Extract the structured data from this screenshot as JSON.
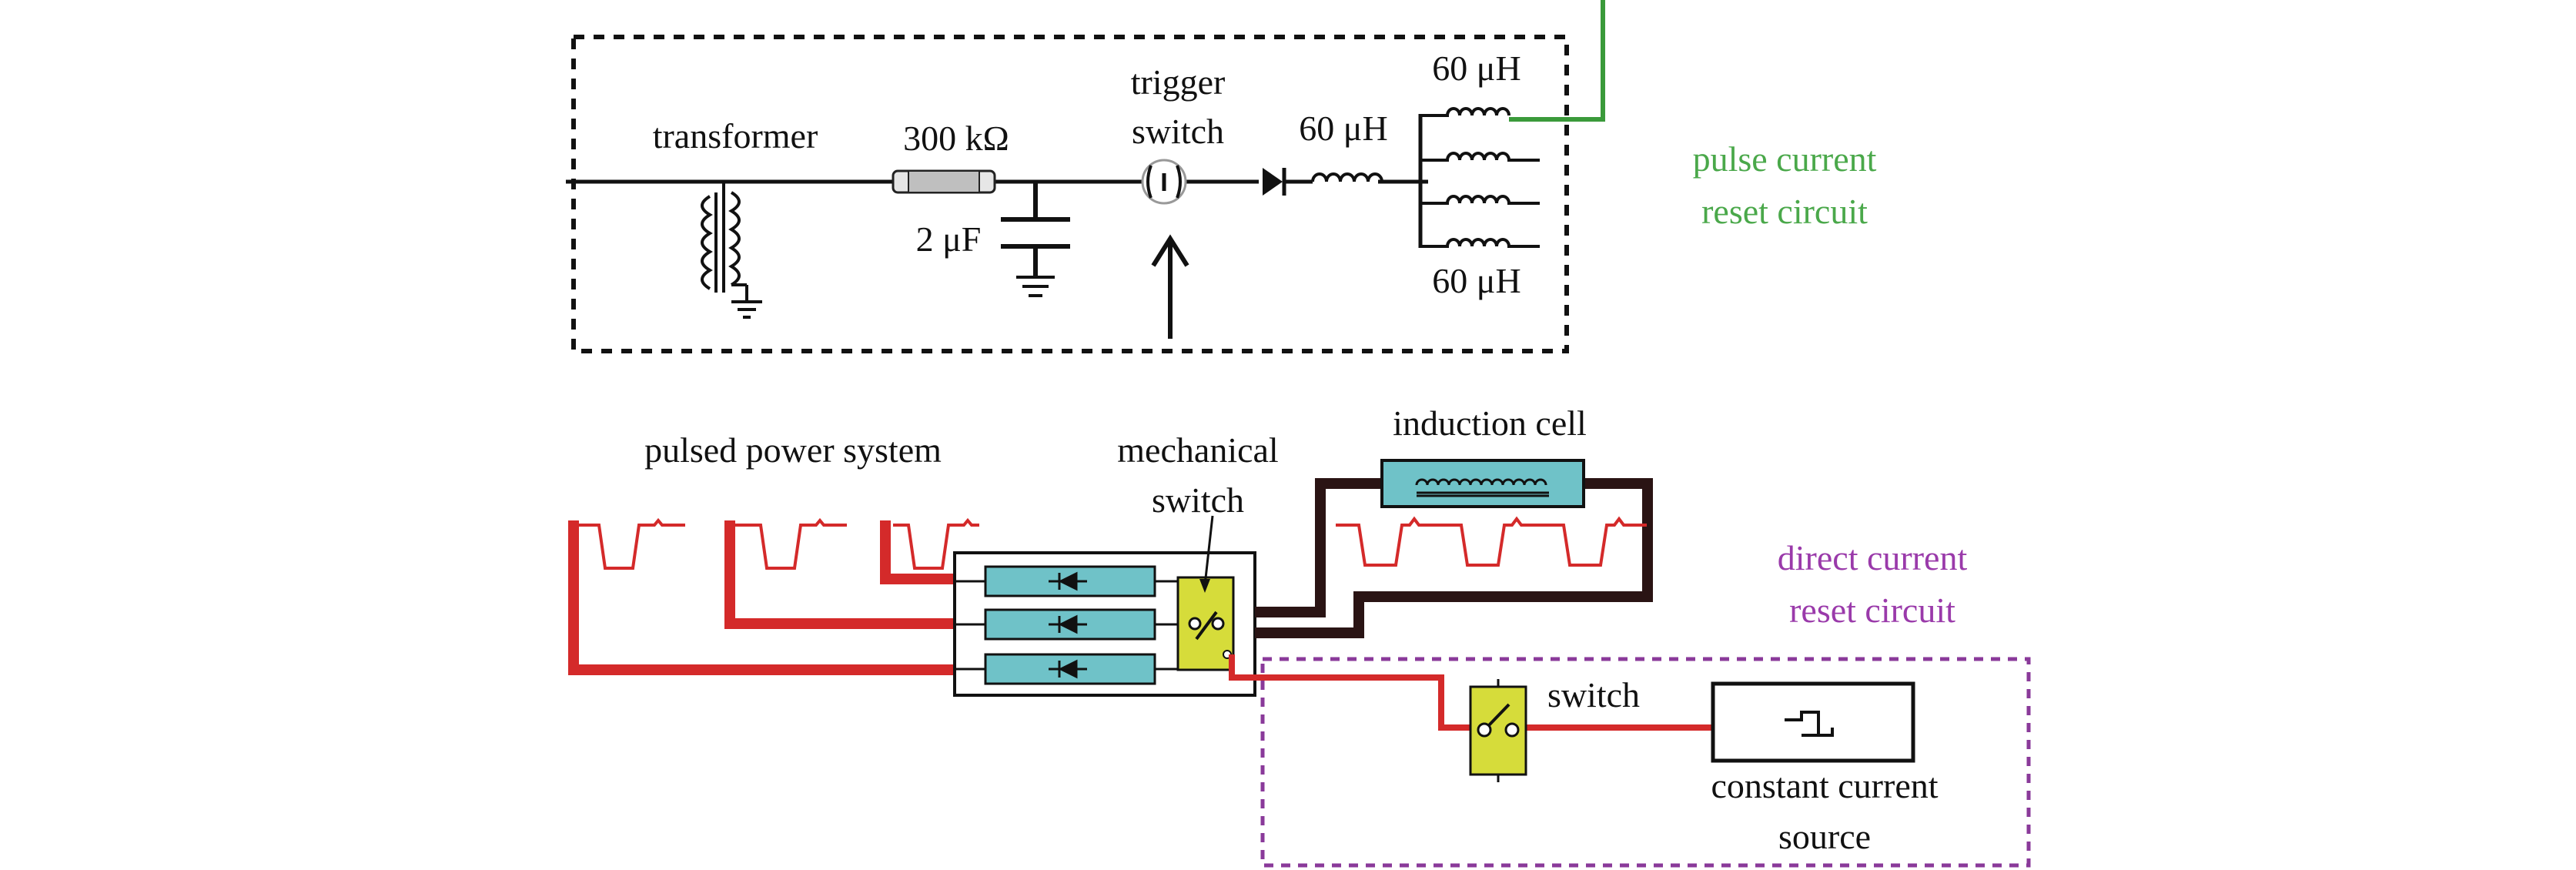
{
  "colors": {
    "black": "#111111",
    "red": "#d42a2a",
    "dark_brown": "#2a1414",
    "green": "#3a9a3a",
    "green_text": "#4aa84a",
    "purple": "#8a3a9a",
    "purple_text": "#9a3aaa",
    "teal": "#6fc2c8",
    "yellow": "#d6dc3a"
  },
  "pulse_reset": {
    "title_line1": "pulse current",
    "title_line2": "reset circuit",
    "transformer_label": "transformer",
    "resistor_label": "300 kΩ",
    "capacitor_label": "2 μF",
    "trigger_label_line1": "trigger",
    "trigger_label_line2": "switch",
    "inductor_label_mid": "60 μH",
    "inductor_label_top": "60 μH",
    "inductor_label_bottom": "60 μH"
  },
  "main": {
    "pulsed_power_label": "pulsed power system",
    "mech_switch_line1": "mechanical",
    "mech_switch_line2": "switch",
    "induction_cell_label": "induction cell"
  },
  "dc_reset": {
    "title_line1": "direct current",
    "title_line2": "reset circuit",
    "switch_label": "switch",
    "source_line1": "constant current",
    "source_line2": "source"
  }
}
